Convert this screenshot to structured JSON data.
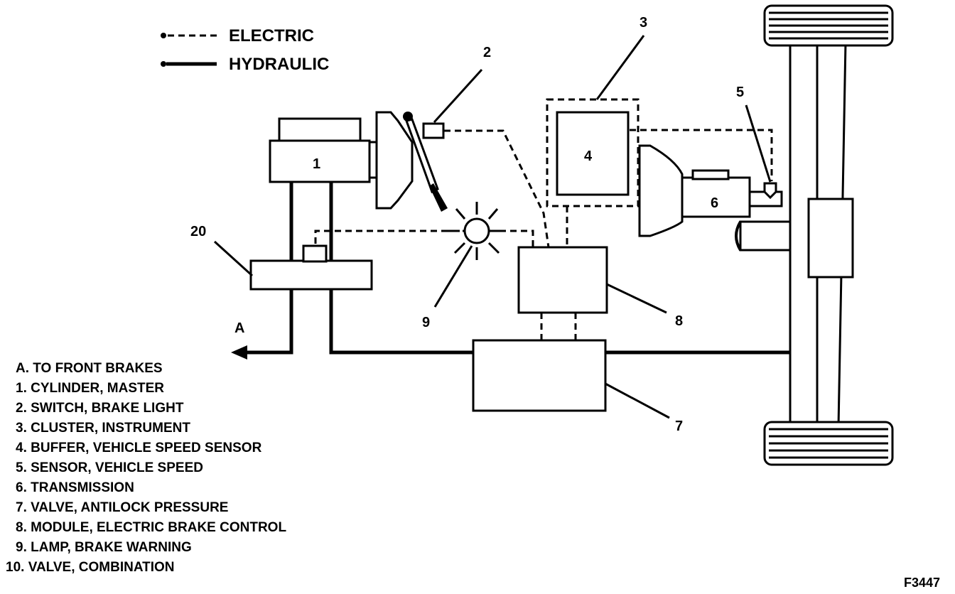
{
  "legend": {
    "electric": "ELECTRIC",
    "hydraulic": "HYDRAULIC"
  },
  "callouts": {
    "c1": "1",
    "c2": "2",
    "c3": "3",
    "c4": "4",
    "c5": "5",
    "c6": "6",
    "c7": "7",
    "c8": "8",
    "c9": "9",
    "c20": "20",
    "cA": "A"
  },
  "key": [
    "A.  TO FRONT BRAKES",
    "1.  CYLINDER, MASTER",
    "2.  SWITCH, BRAKE LIGHT",
    "3.  CLUSTER, INSTRUMENT",
    "4.  BUFFER, VEHICLE SPEED SENSOR",
    "5.  SENSOR, VEHICLE SPEED",
    "6.  TRANSMISSION",
    "7.  VALVE, ANTILOCK PRESSURE",
    "8.  MODULE, ELECTRIC BRAKE CONTROL",
    "9.  LAMP, BRAKE WARNING",
    "10.  VALVE, COMBINATION"
  ],
  "figure_id": "F3447"
}
